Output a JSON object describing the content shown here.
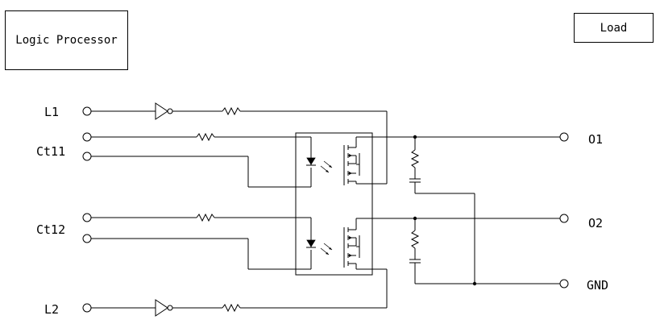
{
  "blocks": {
    "logic_processor": "Logic Processor",
    "load": "Load"
  },
  "pins": {
    "l1": "L1",
    "ctl1": "Ct11",
    "ctl2": "Ct12",
    "l2": "L2",
    "o1": "O1",
    "o2": "O2",
    "gnd": "GND"
  }
}
